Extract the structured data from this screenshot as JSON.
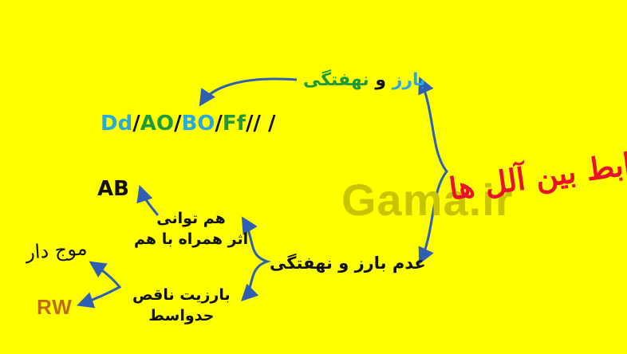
{
  "root_label": "روابط بین آلل ها",
  "watermark": "Gama.ir",
  "codominance": {
    "part1": "بارز",
    "part2": "و",
    "part3": "نهفتگی"
  },
  "genotypes": [
    "Dd",
    "/",
    "AO",
    "/",
    "BO",
    "/",
    "Ff",
    "// /"
  ],
  "no_codominance": "عدم بارز و نهفتگی",
  "co_dominance": {
    "line1": "هم توانی",
    "line2": "اثر همراه با هم"
  },
  "incomplete": {
    "line1": "بارزیت ناقص",
    "line2": "حدواسط"
  },
  "ab_example": "AB",
  "rw_example": "RW",
  "handwritten": "موج دار",
  "colors": {
    "background": "#FFFF00",
    "arrow": "#2F5FB3",
    "root": "#E8102A",
    "cyan": "#2AA8E0",
    "green": "#1E9A3C",
    "rw": "#C06A10"
  }
}
